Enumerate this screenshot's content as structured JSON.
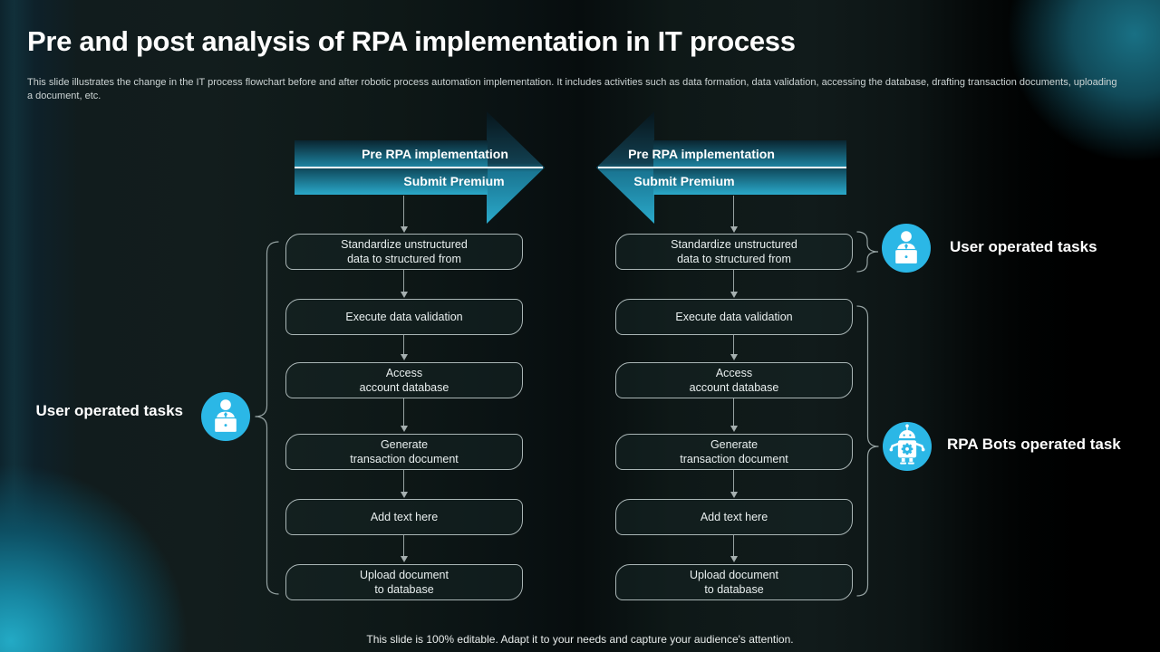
{
  "slide": {
    "title": "Pre and post analysis of RPA implementation in IT process",
    "description": "This slide illustrates the change in the IT  process flowchart before and after robotic process automation implementation. It includes activities such as data formation, data validation, accessing the database, drafting transaction documents, uploading a document, etc.",
    "footer": "This slide is 100% editable. Adapt it to your needs and capture your audience's attention."
  },
  "headers": {
    "pre": {
      "title": "Pre RPA implementation",
      "subtitle": "Submit Premium",
      "direction": "right"
    },
    "post": {
      "title": "Pre RPA implementation",
      "subtitle": "Submit Premium",
      "direction": "left"
    }
  },
  "columns": {
    "pre": {
      "steps": [
        {
          "line1": "Standardize unstructured",
          "line2": "data to structured from"
        },
        {
          "line1": "Execute data validation",
          "line2": ""
        },
        {
          "line1": "Access",
          "line2": "account database"
        },
        {
          "line1": "Generate",
          "line2": "transaction document"
        },
        {
          "line1": "Add text here",
          "line2": ""
        },
        {
          "line1": "Upload document",
          "line2": "to database"
        }
      ]
    },
    "post": {
      "steps": [
        {
          "line1": "Standardize unstructured",
          "line2": "data to structured from"
        },
        {
          "line1": "Execute data validation",
          "line2": ""
        },
        {
          "line1": "Access",
          "line2": "account database"
        },
        {
          "line1": "Generate",
          "line2": "transaction document"
        },
        {
          "line1": "Add text here",
          "line2": ""
        },
        {
          "line1": "Upload document",
          "line2": "to database"
        }
      ]
    }
  },
  "callouts": {
    "left_user": {
      "label": "User operated tasks",
      "icon": "user-at-desk-icon"
    },
    "right_user": {
      "label": "User operated tasks",
      "icon": "user-at-desk-icon"
    },
    "right_bots": {
      "label": "RPA Bots operated task",
      "icon": "robot-icon"
    }
  },
  "colors": {
    "accent_cyan": "#2bb7e6",
    "arrow_teal_bright": "#2aa9ca",
    "arrow_teal_dark": "#0a2530",
    "box_border": "#a9b5b5",
    "background": "#0b1314"
  }
}
